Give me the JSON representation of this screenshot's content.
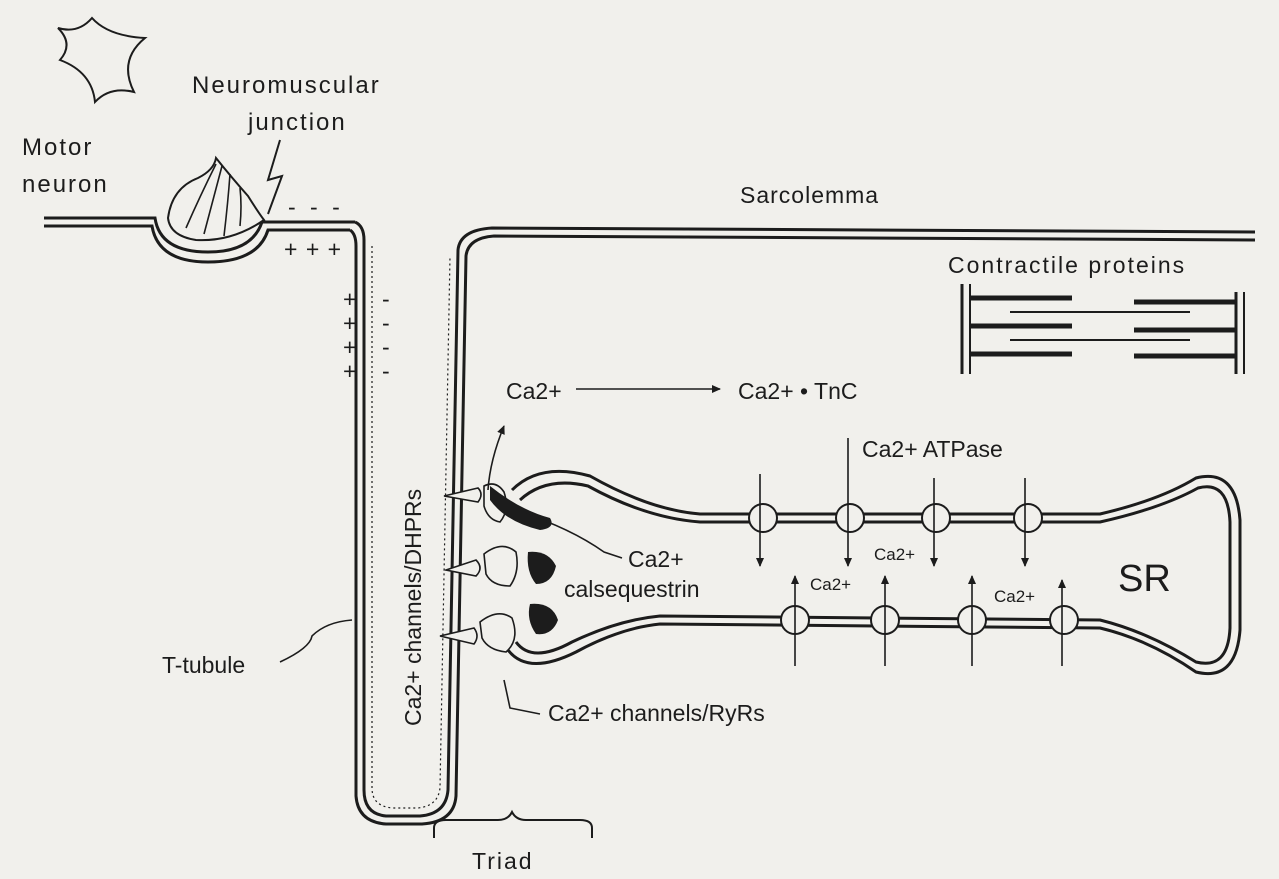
{
  "labels": {
    "motor_neuron_1": "Motor",
    "motor_neuron_2": "neuron",
    "nmj_1": "Neuromuscular",
    "nmj_2": "junction",
    "sarcolemma": "Sarcolemma",
    "contractile_proteins": "Contractile proteins",
    "ca_source": "Ca2+",
    "ca_tnc": "Ca2+ • TnC",
    "ca_atpase": "Ca2+ ATPase",
    "dhpr": "Ca2+ channels/DHPRs",
    "calsequestrin_1": "Ca2+",
    "calsequestrin_2": "calsequestrin",
    "ca_small_1": "Ca2+",
    "ca_small_2": "Ca2+",
    "ca_small_3": "Ca2+",
    "sr": "SR",
    "ryr": "Ca2+ channels/RyRs",
    "t_tubule": "T-tubule",
    "triad": "Triad"
  },
  "charges": {
    "outer_minus": "- - -",
    "outer_plus": "+ + +",
    "plus": "+",
    "minus": "-"
  },
  "colors": {
    "ink": "#1c1c1c",
    "paper": "#f1f0ec"
  }
}
